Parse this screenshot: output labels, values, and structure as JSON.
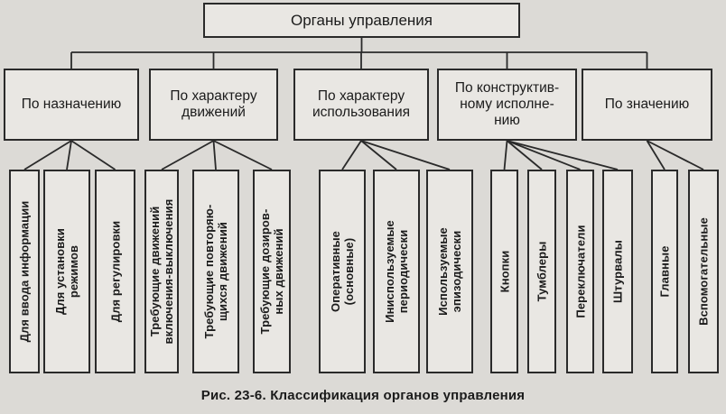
{
  "root": "Органы управления",
  "categories": [
    {
      "label": "По назначению",
      "children": [
        "Для ввода информации",
        "Для установки\nрежимов",
        "Для регулировки"
      ]
    },
    {
      "label": "По характеру\nдвижений",
      "children": [
        "Требующие движений\nвключения-выключения",
        "Требующие повторяю-\nщихся движений",
        "Требующие дозиров-\nных движений"
      ]
    },
    {
      "label": "По характеру\nиспользования",
      "children": [
        "Оперативные\n(основные)",
        "Иниспользуемые\nпериодически",
        "Используемые\nэпизодически"
      ]
    },
    {
      "label": "По конструктив-\nному исполне-\nнию",
      "children": [
        "Кнопки",
        "Тумблеры",
        "Переключатели",
        "Штурвалы"
      ]
    },
    {
      "label": "По значению",
      "children": [
        "Главные",
        "Вспомогательные"
      ]
    }
  ],
  "caption": "Рис. 23-6. Классификация органов управления"
}
